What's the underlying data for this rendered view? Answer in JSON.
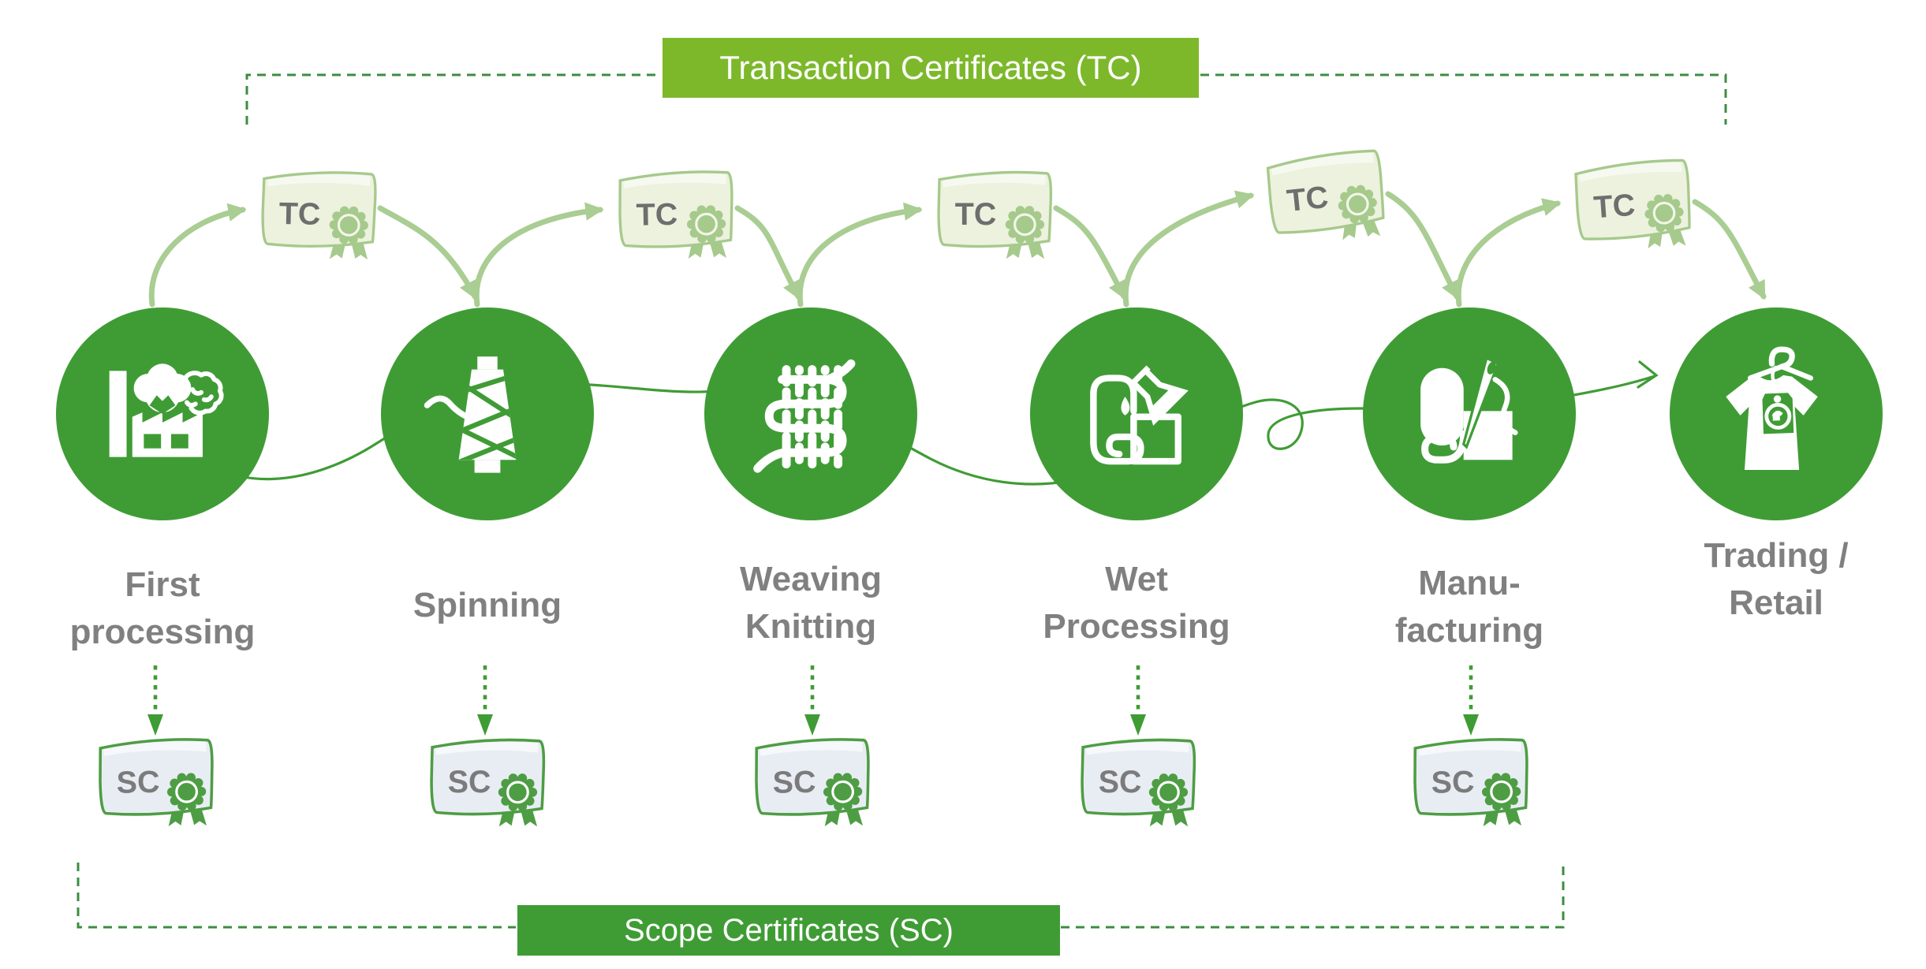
{
  "diagram": {
    "top_banner": {
      "label": "Transaction Certificates (TC)"
    },
    "bottom_banner": {
      "label": "Scope Certificates (SC)"
    },
    "tc_label": "TC",
    "sc_label": "SC",
    "stages": [
      {
        "name": "first-processing",
        "line1": "First",
        "line2": "processing",
        "icon": "factory-cotton-icon",
        "has_scope_certificate": true
      },
      {
        "name": "spinning",
        "line1": "Spinning",
        "line2": "",
        "icon": "yarn-cone-icon",
        "has_scope_certificate": true
      },
      {
        "name": "weaving-knitting",
        "line1": "Weaving",
        "line2": "Knitting",
        "icon": "woven-fabric-icon",
        "has_scope_certificate": true
      },
      {
        "name": "wet-processing",
        "line1": "Wet",
        "line2": "Processing",
        "icon": "fabric-roll-flask-icon",
        "has_scope_certificate": true
      },
      {
        "name": "manufacturing",
        "line1": "Manu-",
        "line2": "facturing",
        "icon": "fabric-roll-needle-icon",
        "has_scope_certificate": true
      },
      {
        "name": "trading-retail",
        "line1": "Trading /",
        "line2": "Retail",
        "icon": "tshirt-hanger-icon",
        "has_scope_certificate": false
      }
    ],
    "transaction_certificate_count": 5,
    "scope_certificate_count": 5,
    "colors": {
      "circle_green": "#3F9C35",
      "tc_banner_green": "#7DB82B",
      "sc_banner_green": "#3F9C35",
      "light_arrow_green": "#A9CD92",
      "dashed_bracket_green": "#3D8C41",
      "thread_green": "#3F9C35",
      "label_gray": "#808080",
      "tc_cert_fill": "#ECF2DE",
      "tc_cert_border": "#A6C98C",
      "sc_cert_fill": "#E8EDF4",
      "sc_cert_border": "#4E9D44",
      "cert_text_gray": "#6E6E6E"
    }
  }
}
